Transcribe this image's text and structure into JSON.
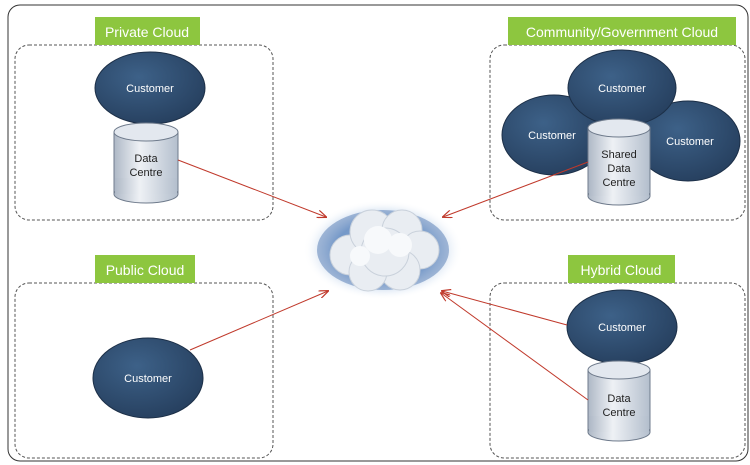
{
  "panels": {
    "private": {
      "title": "Private Cloud",
      "customer": "Customer",
      "datacentre": [
        "Data",
        "Centre"
      ]
    },
    "community": {
      "title": "Community/Government Cloud",
      "customer_top": "Customer",
      "customer_left": "Customer",
      "customer_right": "Customer",
      "datacentre": [
        "Shared",
        "Data",
        "Centre"
      ]
    },
    "public": {
      "title": "Public Cloud",
      "customer": "Customer"
    },
    "hybrid": {
      "title": "Hybrid Cloud",
      "customer": "Customer",
      "datacentre": [
        "Data",
        "Centre"
      ]
    }
  },
  "colors": {
    "title_bg": "#8dc63f",
    "customer_fill": "#2f4f73",
    "cylinder_fill": "#d7dde6",
    "arrow": "#c0392b",
    "panel_border": "#555555"
  }
}
